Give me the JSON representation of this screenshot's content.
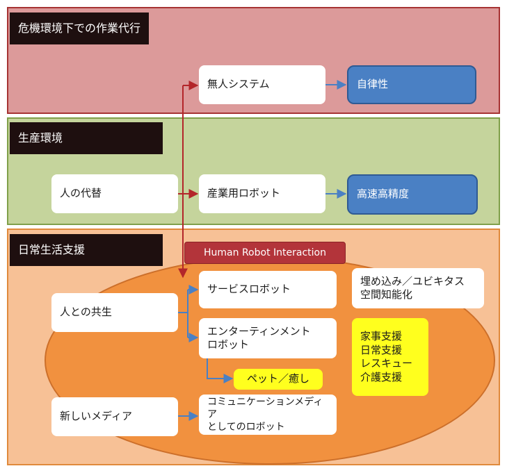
{
  "panels": {
    "hazardous": {
      "title": "危機環境下での作業代行"
    },
    "production": {
      "title": "生産環境"
    },
    "daily": {
      "title": "日常生活支援"
    }
  },
  "hri_label": "Human Robot Interaction",
  "nodes": {
    "unmanned_system": "無人システム",
    "autonomy": "自律性",
    "human_substitute": "人の代替",
    "industrial_robot": "産業用ロボット",
    "high_speed_precision": "高速高精度",
    "coexistence": "人との共生",
    "service_robot": "サービスロボット",
    "embedded_line1": "埋め込み／ユビキタス",
    "embedded_line2": "空間知能化",
    "entertainment_line1": "エンターティンメント",
    "entertainment_line2": "ロボット",
    "support_items": [
      "家事支援",
      "日常支援",
      "レスキュー",
      "介護支援"
    ],
    "pet_healing": "ペット／癒し",
    "new_media": "新しいメディア",
    "media_robot_line1": "コミュニケーションメディア",
    "media_robot_line2": "としてのロボット"
  },
  "colors": {
    "red_panel": "#dc9a9a",
    "green_panel": "#c5d49c",
    "orange_panel": "#f7c196",
    "ellipse": "#f1913f",
    "blue_node": "#4a80c4",
    "yellow_node": "#ffff1e",
    "hri": "#b3343a",
    "red_arrow": "#b3262a",
    "blue_arrow": "#4a80c4"
  }
}
